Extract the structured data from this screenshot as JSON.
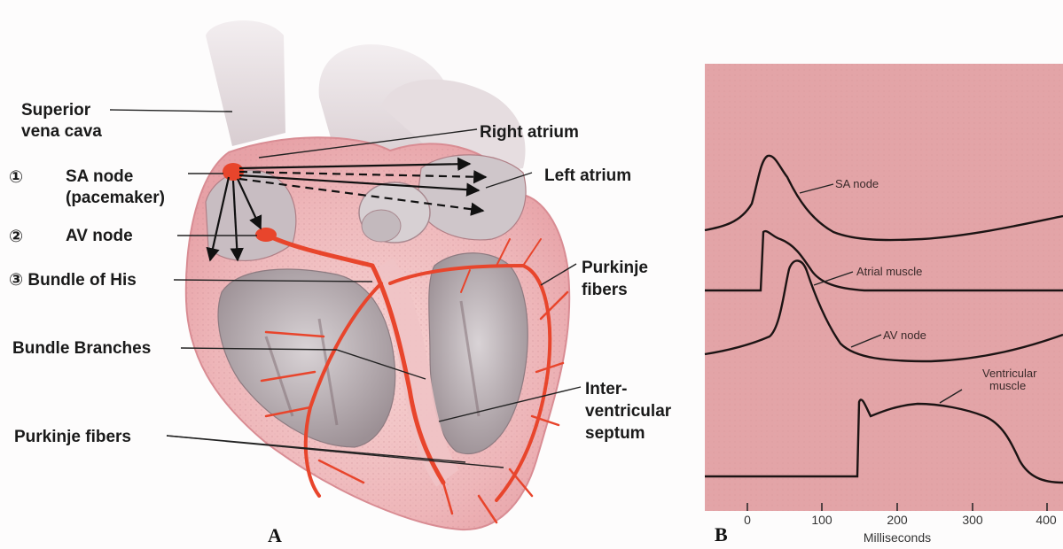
{
  "panel_a": {
    "letter": "A",
    "labels": {
      "superior_vena_cava_1": "Superior",
      "superior_vena_cava_2": "vena cava",
      "right_atrium": "Right atrium",
      "step1_marker": "①",
      "sa_node_1": "SA node",
      "sa_node_2": "(pacemaker)",
      "left_atrium": "Left atrium",
      "step2_marker": "②",
      "av_node": "AV node",
      "bundle_of_his": "③ Bundle of His",
      "purkinje_right_1": "Purkinje",
      "purkinje_right_2": "fibers",
      "bundle_branches": "Bundle Branches",
      "interventricular_1": "Inter-",
      "interventricular_2": "ventricular",
      "interventricular_3": "septum",
      "purkinje_left": "Purkinje fibers"
    }
  },
  "panel_b": {
    "letter": "B",
    "trace_labels": {
      "sa_node": "SA node",
      "atrial_muscle": "Atrial muscle",
      "av_node": "AV node",
      "ventricular_1": "Ventricular",
      "ventricular_2": "muscle"
    },
    "x_axis": {
      "label": "Milliseconds",
      "ticks": [
        "0",
        "100",
        "200",
        "300",
        "400"
      ]
    }
  },
  "colors": {
    "panel_b_bg": "#e3a4a7",
    "conduction": "#e8452c",
    "heart_tissue": "#f2c4c4",
    "heart_wall": "#e9a7aa"
  }
}
